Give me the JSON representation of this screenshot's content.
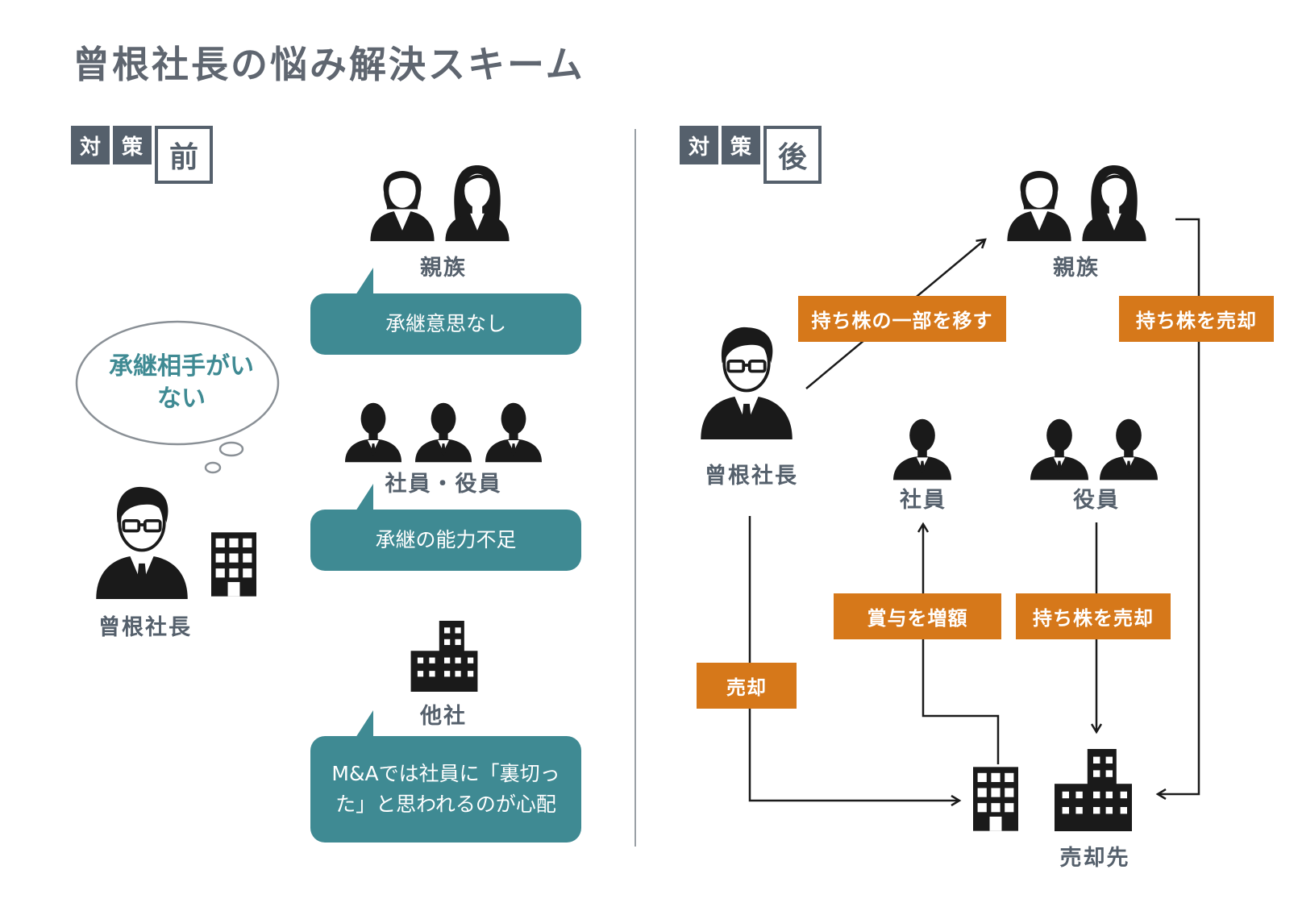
{
  "title": "曾根社長の悩み解決スキーム",
  "before": {
    "tag1": "対",
    "tag2": "策",
    "tag3": "前",
    "thought": "承継相手がいない",
    "president_label": "曾根社長",
    "groups": [
      {
        "label": "親族",
        "bubble": "承継意思なし"
      },
      {
        "label": "社員・役員",
        "bubble": "承継の能力不足"
      },
      {
        "label": "他社",
        "bubble": "M&Aでは社員に「裏切った」と思われるのが心配"
      }
    ]
  },
  "after": {
    "tag1": "対",
    "tag2": "策",
    "tag3": "後",
    "relatives_label": "親族",
    "president_label": "曾根社長",
    "employee_label": "社員",
    "officer_label": "役員",
    "buyer_label": "売却先",
    "arrows": {
      "transfer_part": "持ち株の一部を移す",
      "relatives_sell": "持ち株を売却",
      "bonus": "賞与を増額",
      "officer_sell": "持ち株を売却",
      "president_sell": "売却"
    }
  },
  "colors": {
    "teal": "#3f8a93",
    "orange": "#d6781a",
    "slate": "#55606c",
    "icon": "#1a1a1a"
  }
}
